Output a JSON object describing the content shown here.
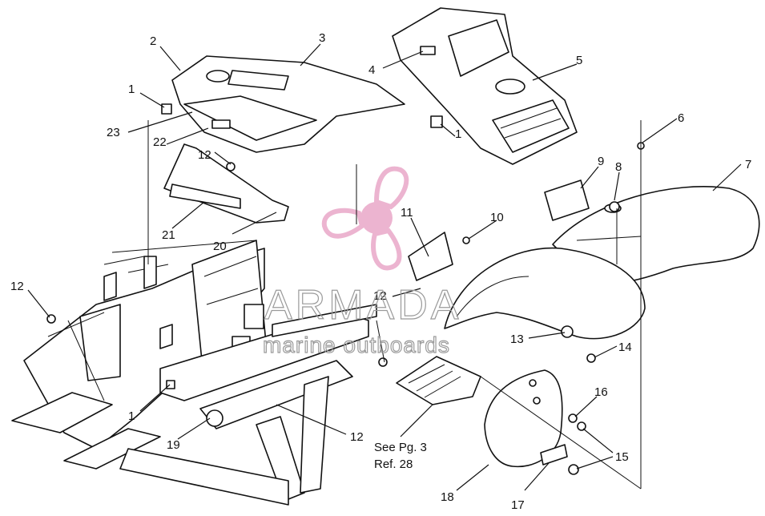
{
  "diagram": {
    "callouts": [
      "1",
      "2",
      "3",
      "4",
      "5",
      "6",
      "7",
      "8",
      "9",
      "10",
      "11",
      "12",
      "13",
      "14",
      "15",
      "16",
      "17",
      "18",
      "19",
      "20",
      "21",
      "22",
      "23"
    ],
    "reference_note": {
      "line1": "See Pg. 3",
      "line2": "Ref. 28"
    }
  },
  "watermark": {
    "brand": "ARMADA",
    "tagline": "marine outboards",
    "colors": {
      "logo": "#e9a8c8",
      "text": "#9a9a9a"
    }
  }
}
